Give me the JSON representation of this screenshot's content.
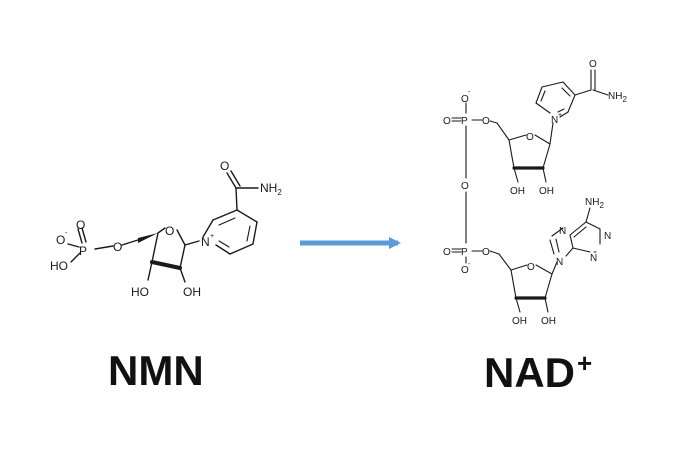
{
  "colors": {
    "arrow": "#5b9bd5",
    "text": "#111111"
  },
  "reaction_arrow_icon": "right-arrow-icon",
  "nmn": {
    "name": "NMN",
    "atoms": {
      "carbonyl_o": "O",
      "amide_n": "NH",
      "amide_n_sub": "2",
      "ring_n": "N",
      "ring_n_charge": "+",
      "ring_o": "O",
      "oh_left": "HO",
      "oh_right": "OH",
      "phosphate_bridge_o": "O",
      "phosphate_o_minus": "O",
      "phosphate_o_minus_charge": "-",
      "phosphate_o_double": "O",
      "phosphate_p": "P",
      "phosphate_ho": "HO"
    }
  },
  "nad": {
    "name": "NAD",
    "name_charge": "+",
    "atoms": {
      "top_carbonyl_o": "O",
      "top_amide_n": "NH",
      "top_amide_sub": "2",
      "top_ring_n": "N",
      "top_ring_n_charge": "+",
      "top_sugar_o": "O",
      "top_oh_left": "OH",
      "top_oh_right": "OH",
      "top_bridge_o": "O",
      "top_p": "P",
      "top_p_o_double": "O",
      "top_p_o_minus": "O",
      "top_p_o_minus_charge": "-",
      "pyrophosphate_o": "O",
      "bottom_p": "P",
      "bottom_p_o_double": "O",
      "bottom_p_o_minus": "O",
      "bottom_p_o_minus_charge": "-",
      "bottom_bridge_o": "O",
      "bottom_sugar_o": "O",
      "bottom_oh_left": "OH",
      "bottom_oh_right": "OH",
      "adenine_nh2": "NH",
      "adenine_nh2_sub": "2",
      "adenine_n7": "N",
      "adenine_n9": "N",
      "adenine_n1": "N",
      "adenine_n3": "N"
    }
  }
}
